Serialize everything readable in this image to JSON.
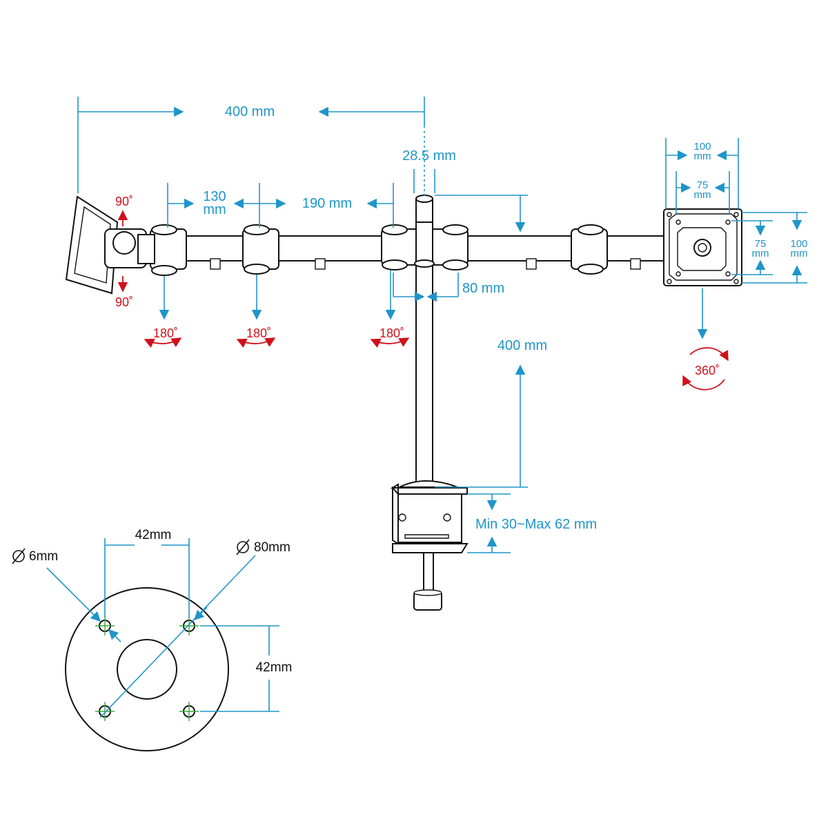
{
  "colors": {
    "dimension": "#1f95c9",
    "rotation": "#d0111b",
    "outline": "#111111",
    "hole_mark": "#3aa83a"
  },
  "dims": {
    "span_total": "400 mm",
    "center_offset": "28.5 mm",
    "arm_seg1_num": "130",
    "arm_seg1_unit": "mm",
    "arm_seg2": "190 mm",
    "pole_width": "80 mm",
    "pole_height": "400 mm",
    "clamp_range": "Min 30~Max 62 mm",
    "vesa_outer_top_num": "100",
    "vesa_outer_top_unit": "mm",
    "vesa_inner_top_num": "75",
    "vesa_inner_top_unit": "mm",
    "vesa_inner_side_num": "75",
    "vesa_inner_side_unit": "mm",
    "vesa_outer_side_num": "100",
    "vesa_outer_side_unit": "mm"
  },
  "rotation": {
    "tilt_up": "90˚",
    "tilt_down": "90˚",
    "swivel_1": "180˚",
    "swivel_2": "180˚",
    "swivel_3": "180˚",
    "rotate": "360˚"
  },
  "base_plate": {
    "hole_spacing_h": "42mm",
    "hole_spacing_v": "42mm",
    "hole_dia": "6mm",
    "plate_dia": "80mm"
  }
}
